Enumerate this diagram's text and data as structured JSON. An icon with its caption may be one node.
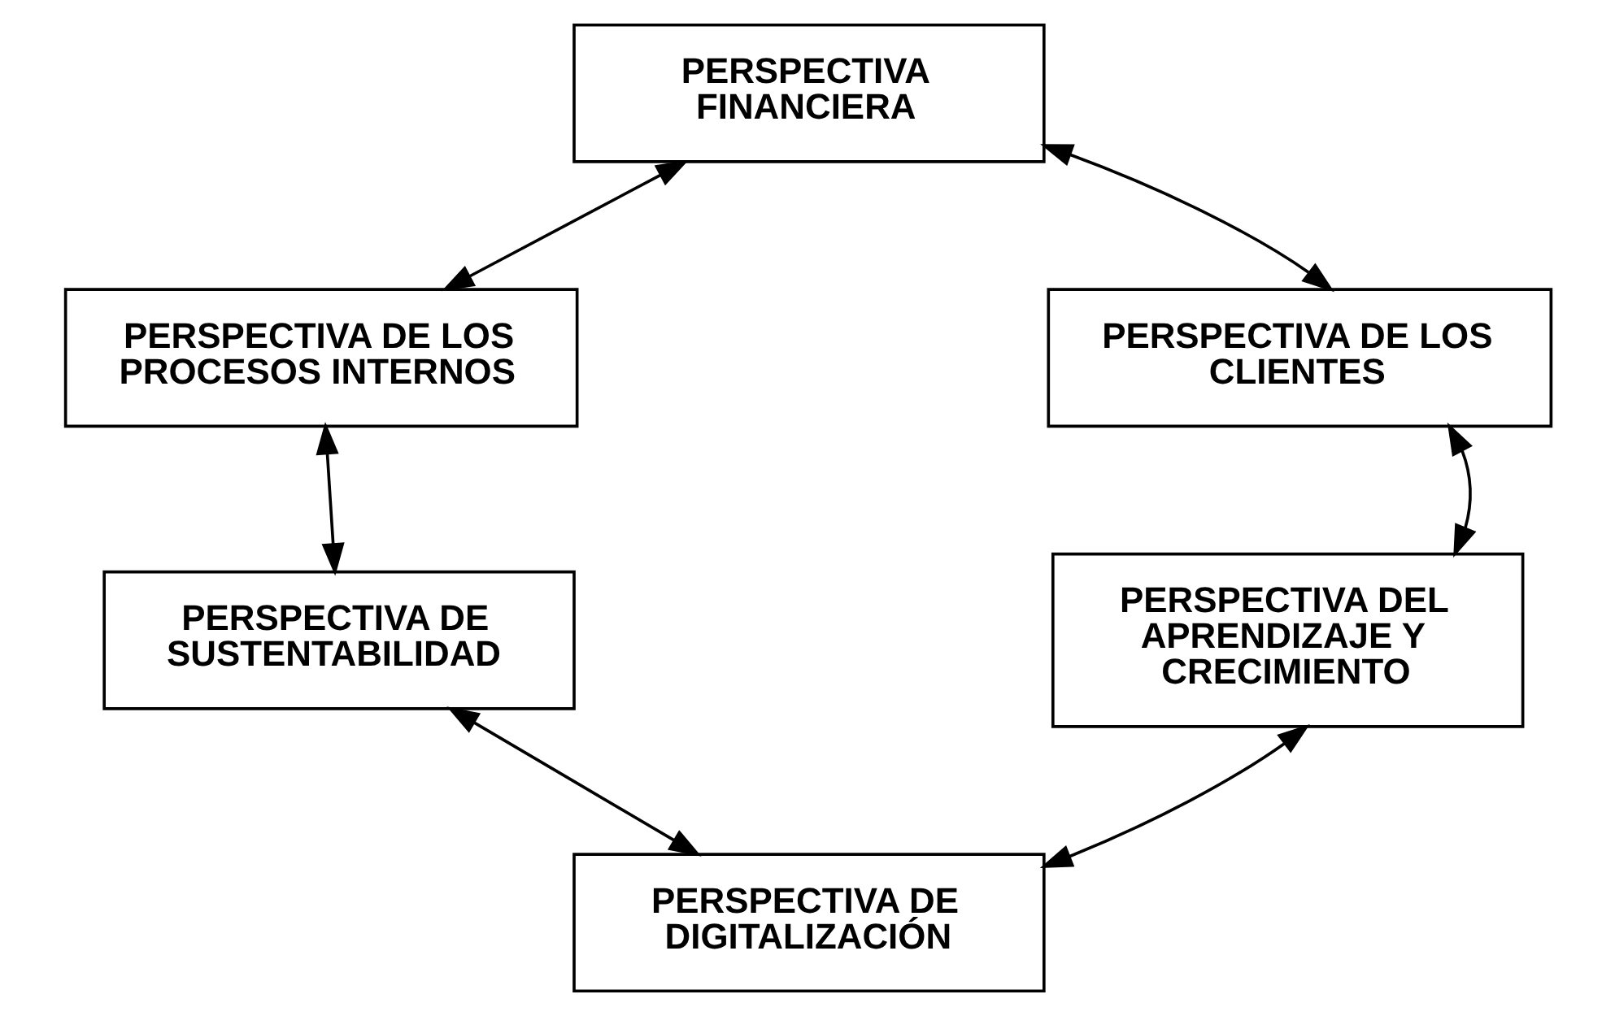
{
  "diagram": {
    "nodes": [
      {
        "text": [
          "PERSPECTIVA FINANCIERA"
        ]
      },
      {
        "text": [
          "PERSPECTIVA DE LOS PROCESOS INTERNOS"
        ]
      },
      {
        "text": [
          "PERSPECTIVA DE SUSTENTABILIDAD"
        ]
      },
      {
        "text": [
          "PERSPECTIVA DE DIGITALIZACIÓN"
        ]
      },
      {
        "text": [
          "PERSPECTIVA DEL APRENDIZAJE Y CRECIMIENTO"
        ]
      },
      {
        "text": [
          "PERSPECTIVA DE LOS CLIENTES"
        ]
      }
    ],
    "edges": [
      {
        "from": 0,
        "to": 1,
        "arrow": "both"
      },
      {
        "from": 1,
        "to": 2,
        "arrow": "both"
      },
      {
        "from": 2,
        "to": 3,
        "arrow": "both"
      },
      {
        "from": 3,
        "to": 4,
        "arrow": "both"
      },
      {
        "from": 4,
        "to": 5,
        "arrow": "both"
      },
      {
        "from": 5,
        "to": 0,
        "arrow": "both"
      }
    ]
  }
}
